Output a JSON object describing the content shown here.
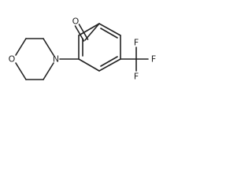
{
  "atoms": {
    "aldehyde_oxygen": "O",
    "morpholine_oxygen": "O",
    "morpholine_nitrogen": "N",
    "fluorine_top": "F",
    "fluorine_right": "F",
    "fluorine_bottom": "F"
  },
  "colors": {
    "bond": "#222222",
    "background": "#ffffff"
  }
}
